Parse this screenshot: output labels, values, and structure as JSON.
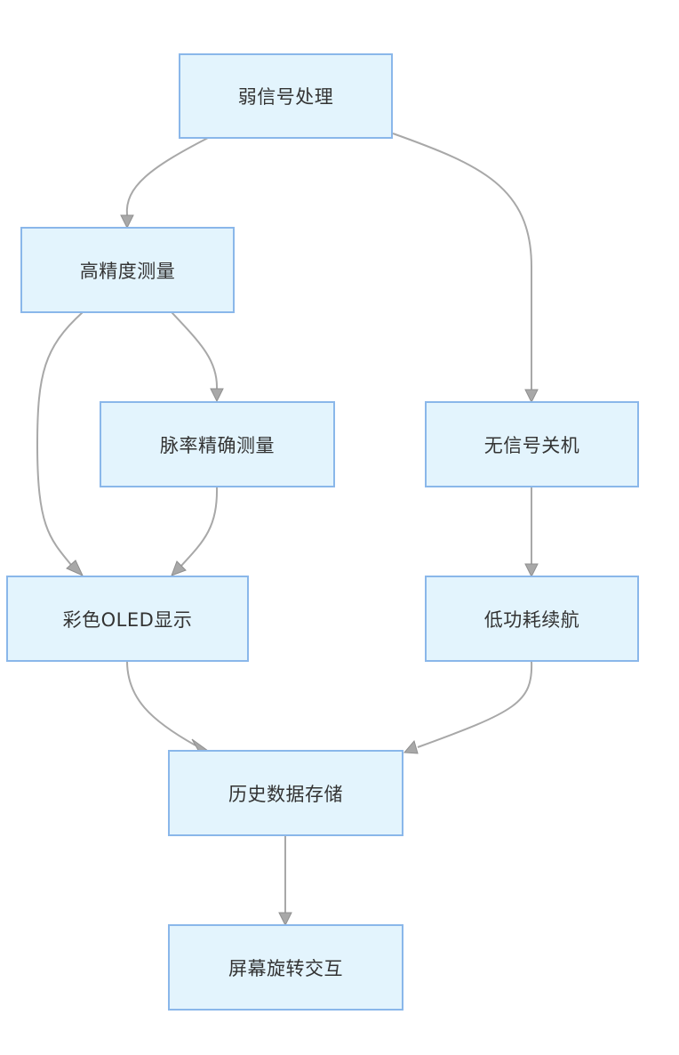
{
  "nodes": {
    "weak_signal": "弱信号处理",
    "high_precision": "高精度测量",
    "pulse_rate": "脉率精确测量",
    "no_signal_off": "无信号关机",
    "oled_display": "彩色OLED显示",
    "low_power": "低功耗续航",
    "history_storage": "历史数据存储",
    "screen_rotation": "屏幕旋转交互"
  },
  "edges": [
    {
      "from": "weak_signal",
      "to": "high_precision"
    },
    {
      "from": "weak_signal",
      "to": "no_signal_off"
    },
    {
      "from": "high_precision",
      "to": "pulse_rate"
    },
    {
      "from": "high_precision",
      "to": "oled_display"
    },
    {
      "from": "pulse_rate",
      "to": "oled_display"
    },
    {
      "from": "no_signal_off",
      "to": "low_power"
    },
    {
      "from": "oled_display",
      "to": "history_storage"
    },
    {
      "from": "low_power",
      "to": "history_storage"
    },
    {
      "from": "history_storage",
      "to": "screen_rotation"
    }
  ],
  "colors": {
    "node_fill": "#e3f4fd",
    "node_border": "#8ab7ea",
    "edge": "#a8a8a8",
    "text": "#333333"
  }
}
